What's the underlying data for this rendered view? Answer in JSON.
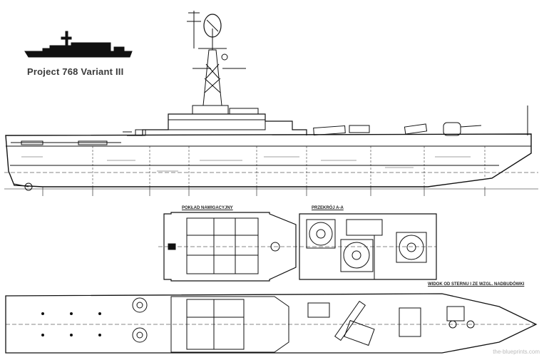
{
  "title": "Project 768 Variant III",
  "section_labels": {
    "navigation_deck": "POKŁAD NAWIGACYJNY",
    "section_aa": "PRZEKRÓJ A-A",
    "view_from_stern": "WIDOK OD STERNU I ZE WZGL. NADBUDÓWKI"
  },
  "watermark": "the-blueprints.com"
}
